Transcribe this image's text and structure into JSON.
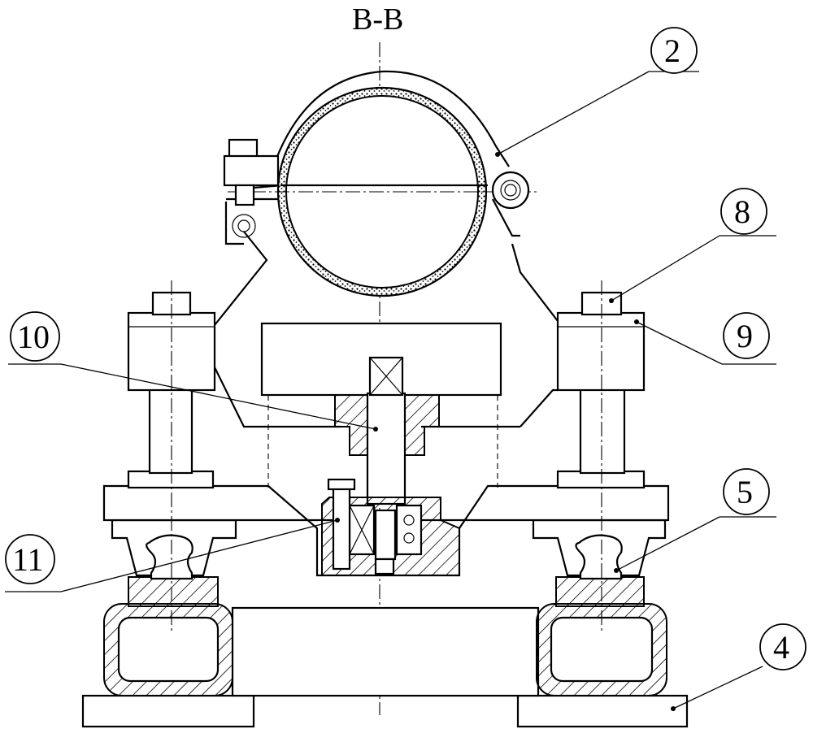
{
  "section_title": "B-B",
  "labels": {
    "label_2": "2",
    "label_4": "4",
    "label_5": "5",
    "label_8": "8",
    "label_9": "9",
    "label_10": "10",
    "label_11": "11"
  }
}
